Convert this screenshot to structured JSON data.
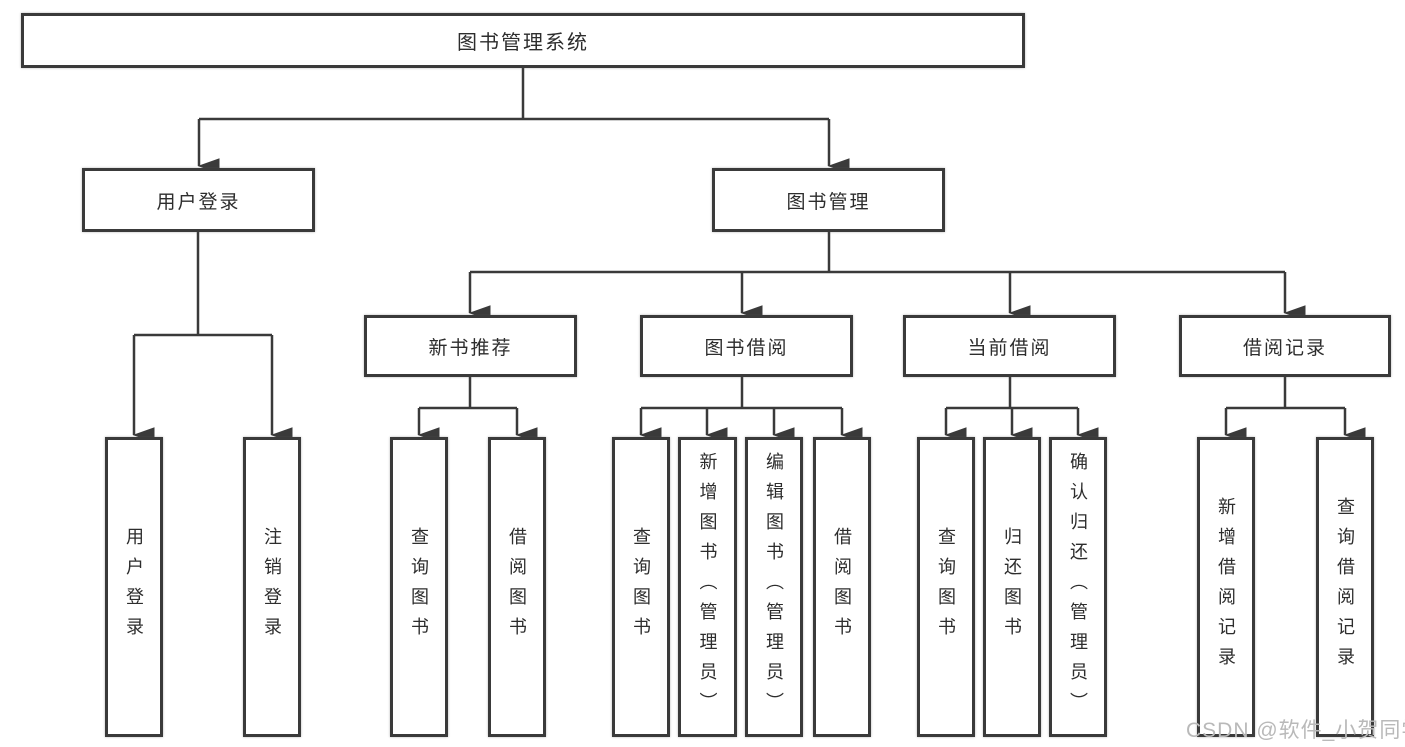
{
  "diagram": {
    "watermark": "CSDN @软件_小贺同学",
    "colors": {
      "line": "#3a3a3a",
      "box_border": "#3a3a3a",
      "text": "#2d2d2d",
      "watermark": "#b9b9b9",
      "background": "#ffffff"
    }
  },
  "nodes": {
    "root": {
      "label": "图书管理系统"
    },
    "user_login": {
      "label": "用户登录"
    },
    "book_mgmt": {
      "label": "图书管理"
    },
    "new_book_rec": {
      "label": "新书推荐"
    },
    "book_borrow": {
      "label": "图书借阅"
    },
    "current_borrow": {
      "label": "当前借阅"
    },
    "borrow_record": {
      "label": "借阅记录"
    },
    "leaf_user_login": {
      "label": "用户登录"
    },
    "leaf_logout": {
      "label": "注销登录"
    },
    "leaf_nbr_query": {
      "label": "查询图书"
    },
    "leaf_nbr_borrow": {
      "label": "借阅图书"
    },
    "leaf_bb_query": {
      "label": "查询图书"
    },
    "leaf_bb_add": {
      "label": "新增图书（管理员）"
    },
    "leaf_bb_edit": {
      "label": "编辑图书（管理员）"
    },
    "leaf_bb_borrow": {
      "label": "借阅图书"
    },
    "leaf_cb_query": {
      "label": "查询图书"
    },
    "leaf_cb_return": {
      "label": "归还图书"
    },
    "leaf_cb_confirm": {
      "label": "确认归还（管理员）"
    },
    "leaf_br_add": {
      "label": "新增借阅记录"
    },
    "leaf_br_query": {
      "label": "查询借阅记录"
    }
  }
}
